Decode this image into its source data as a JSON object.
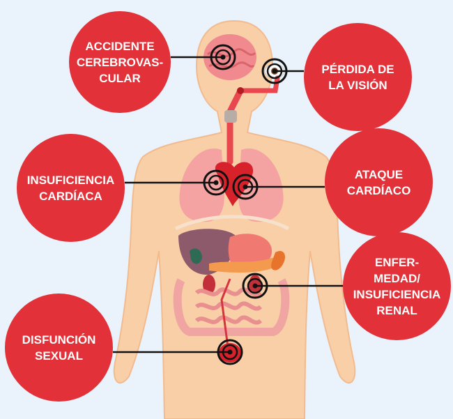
{
  "labels": {
    "stroke": "ACCIDENTE\nCEREBROVAS-\nCULAR",
    "vision_loss": "PÉRDIDA DE\nLA VISIÓN",
    "heart_failure": "INSUFICIENCIA\nCARDÍACA",
    "heart_attack": "ATAQUE\nCARDÍACO",
    "kidney": "ENFER-\nMEDAD/\nINSUFICIENCIA\nRENAL",
    "sexual_dysfunction": "DISFUNCIÓN\nSEXUAL"
  },
  "colors": {
    "background": "#eaf3fb",
    "bubble": "#e23138",
    "bubble_text": "#ffffff",
    "skin": "#f9cfa8",
    "skin_outline": "#f1bb8f",
    "artery": "#e8474f",
    "target_ring": "#111111"
  },
  "icons": [
    "target-icon",
    "brain-icon",
    "eye-icon",
    "heart-icon",
    "lungs-icon",
    "liver-icon",
    "intestines-icon",
    "kidney-icon"
  ]
}
